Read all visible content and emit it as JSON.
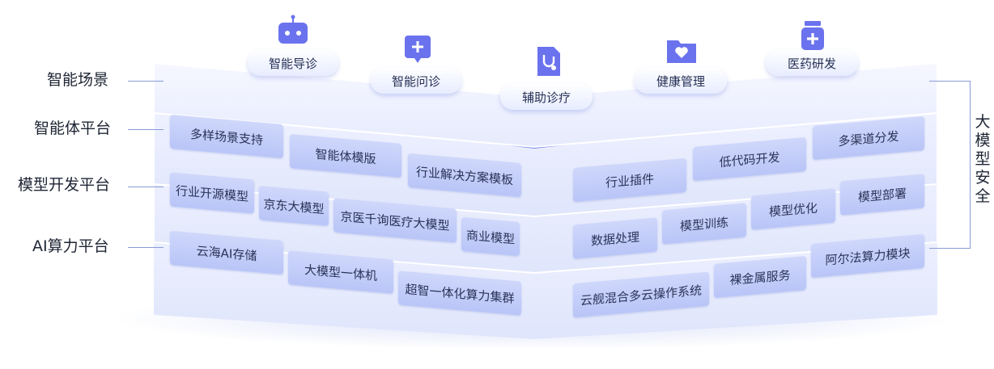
{
  "layers": [
    {
      "label": "智能场景"
    },
    {
      "label": "智能体平台"
    },
    {
      "label": "模型开发平台"
    },
    {
      "label": "AI算力平台"
    }
  ],
  "scenes": [
    "智能导诊",
    "智能问诊",
    "辅助诊疗",
    "健康管理",
    "医药研发"
  ],
  "scene_icons": [
    "robot-icon",
    "chat-plus-icon",
    "stethoscope-doc-icon",
    "heart-folder-icon",
    "medicine-bottle-icon"
  ],
  "agent_platform": {
    "left": [
      "多样场景支持",
      "智能体模版",
      "行业解决方案模板"
    ],
    "right": [
      "行业插件",
      "低代码开发",
      "多渠道分发"
    ]
  },
  "model_platform": {
    "left": [
      "行业开源模型",
      "京东大模型",
      "京医千询医疗大模型",
      "商业模型"
    ],
    "right": [
      "数据处理",
      "模型训练",
      "模型优化",
      "模型部署"
    ]
  },
  "compute_platform": {
    "left": [
      "云海AI存储",
      "大模型一体机",
      "超智一体化算力集群"
    ],
    "right": [
      "云舰混合多云操作系统",
      "裸金属服务",
      "阿尔法算力模块"
    ]
  },
  "security": "大模型安全",
  "colors": {
    "accent": "#6f7df0",
    "accent2": "#5b9cf6",
    "tile": "#c3cdf8",
    "text": "#1d2433"
  }
}
